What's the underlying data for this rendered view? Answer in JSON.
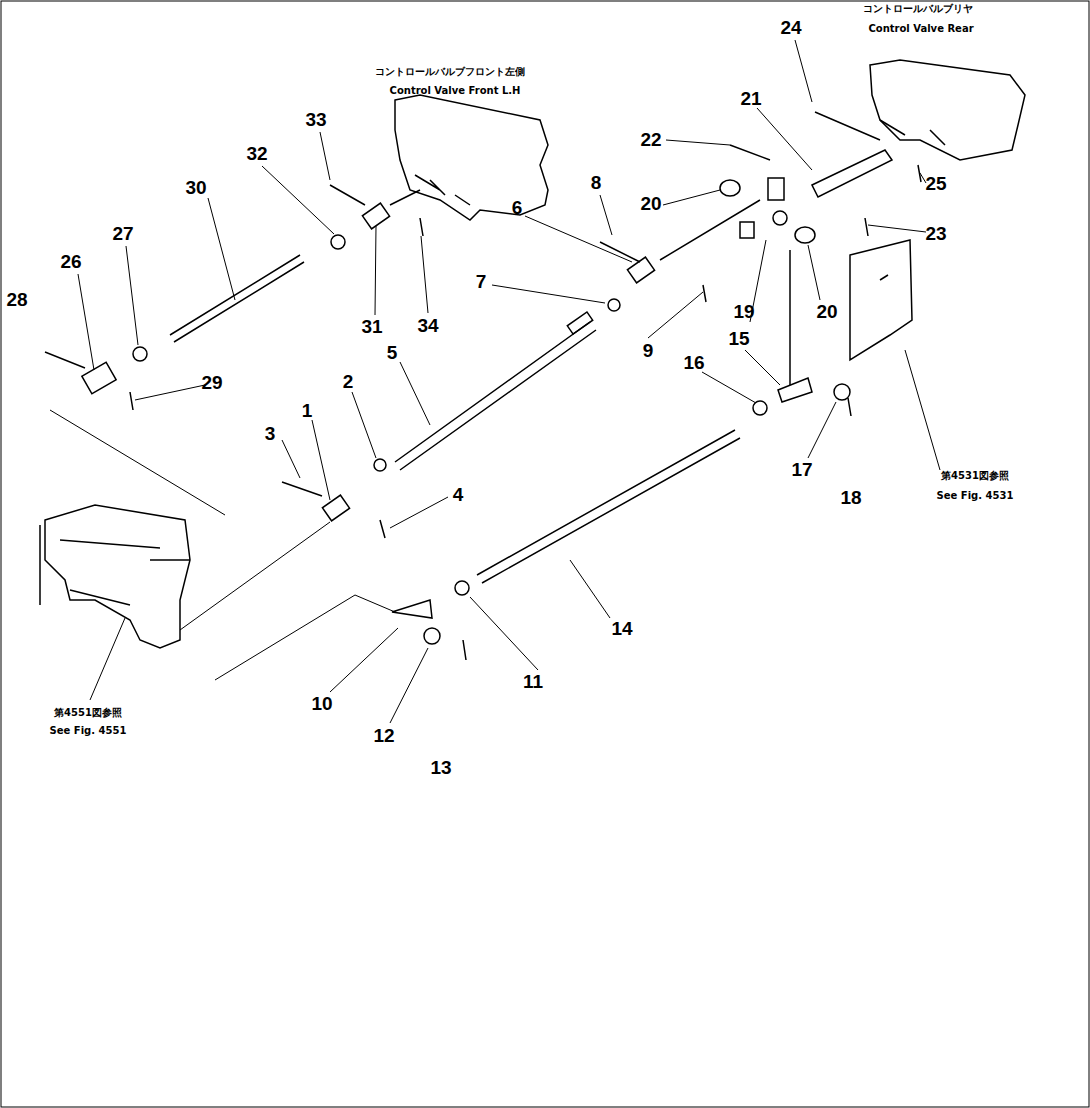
{
  "diagram": {
    "labels": [
      "1",
      "2",
      "3",
      "4",
      "5",
      "6",
      "7",
      "8",
      "9",
      "10",
      "11",
      "12",
      "13",
      "14",
      "15",
      "16",
      "17",
      "18",
      "19",
      "20",
      "20",
      "21",
      "22",
      "23",
      "24",
      "25",
      "26",
      "27",
      "28",
      "29",
      "30",
      "31",
      "32",
      "33",
      "34",
      "コントロールバルブフロント左側",
      "Control Valve Front L.H",
      "コントロールバルブリヤ",
      "Control Valve Rear",
      "第4531図参照",
      "See Fig. 4531",
      "第4551図参照",
      "See Fig. 4551"
    ]
  }
}
